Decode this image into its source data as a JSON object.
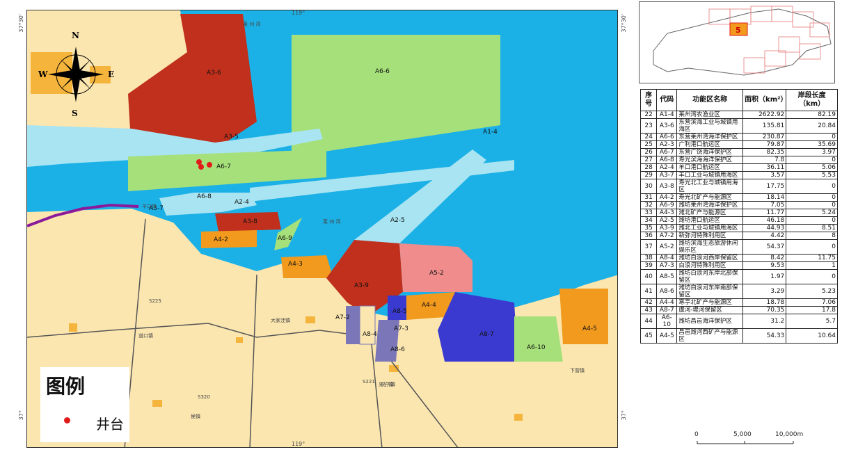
{
  "map": {
    "coord_top": "119°",
    "coord_bottom": "119°",
    "coord_left_top": "37°30'",
    "coord_right_top": "37°30'",
    "coord_left_bottom": "37°",
    "coord_right_bottom": "37°",
    "compass": {
      "n": "N",
      "s": "S",
      "e": "E",
      "w": "W"
    },
    "zone_labels": [
      "A3-6",
      "A6-6",
      "A3-5",
      "A1-4",
      "A6-7",
      "A6-8",
      "A2-4",
      "A3-7",
      "A3-8",
      "A4-2",
      "A6-9",
      "A2-5",
      "A4-3",
      "A3-9",
      "A5-2",
      "A7-2",
      "A8-4",
      "A8-5",
      "A7-3",
      "A8-6",
      "A4-4",
      "A8-7",
      "A6-10",
      "A4-5"
    ],
    "places": [
      "莱 州 湾",
      "莱 州 湾",
      "大家洼镇",
      "道口镇",
      "下营镇",
      "侯镇",
      "羊口镇",
      "夹子镇",
      "S320",
      "S221",
      "S225",
      "央子镇"
    ]
  },
  "legend": {
    "title": "图例",
    "well_label": "井台",
    "well_color": "#e21a1a"
  },
  "inset": {
    "highlight_label": "5"
  },
  "table": {
    "headers": [
      "序号",
      "代码",
      "功能区名称",
      "面积（km²）",
      "岸段长度（km）"
    ],
    "rows": [
      [
        "22",
        "A1-4",
        "莱州湾农渔业区",
        "2622.92",
        "82.19"
      ],
      [
        "23",
        "A3-6",
        "东营滨海工业与城镇用海区",
        "135.81",
        "20.84"
      ],
      [
        "24",
        "A6-6",
        "东营莱州湾海洋保护区",
        "230.87",
        "0"
      ],
      [
        "25",
        "A2-3",
        "广利港口航运区",
        "79.87",
        "35.69"
      ],
      [
        "26",
        "A6-7",
        "东营广饶海洋保护区",
        "82.35",
        "3.97"
      ],
      [
        "27",
        "A6-8",
        "寿光滨海海洋保护区",
        "7.8",
        "0"
      ],
      [
        "28",
        "A2-4",
        "羊口港口航运区",
        "36.11",
        "5.06"
      ],
      [
        "29",
        "A3-7",
        "羊口工业与城镇用海区",
        "3.57",
        "5.53"
      ],
      [
        "30",
        "A3-8",
        "寿光北工业与城镇用海区",
        "17.75",
        "0"
      ],
      [
        "31",
        "A4-2",
        "寿光北矿产与能源区",
        "18.14",
        "0"
      ],
      [
        "32",
        "A6-9",
        "潍坊莱州湾海洋保护区",
        "7.05",
        "0"
      ],
      [
        "33",
        "A4-3",
        "潍北矿产与能源区",
        "11.77",
        "5.24"
      ],
      [
        "34",
        "A2-5",
        "潍坊港口航运区",
        "46.18",
        "0"
      ],
      [
        "35",
        "A3-9",
        "潍北工业与城镇用海区",
        "44.93",
        "8.51"
      ],
      [
        "36",
        "A7-2",
        "新弥河特殊利用区",
        "4.42",
        "8"
      ],
      [
        "37",
        "A5-2",
        "潍坊滨海生态旅游休闲娱乐区",
        "54.37",
        "0"
      ],
      [
        "38",
        "A8-4",
        "潍坊白浪河西岸保留区",
        "8.42",
        "11.75"
      ],
      [
        "39",
        "A7-3",
        "白浪河特殊利用区",
        "9.53",
        "1"
      ],
      [
        "40",
        "A8-5",
        "潍坊白浪河东岸北部保留区",
        "1.97",
        "0"
      ],
      [
        "41",
        "A8-6",
        "潍坊白浪河东岸南部保留区",
        "3.29",
        "5.23"
      ],
      [
        "42",
        "A4-4",
        "寒亭北矿产与能源区",
        "18.78",
        "7.06"
      ],
      [
        "43",
        "A8-7",
        "虞河-堤河保留区",
        "70.35",
        "17.8"
      ],
      [
        "44",
        "A6-10",
        "潍坊昌邑海洋保护区",
        "31.2",
        "5.7"
      ],
      [
        "45",
        "A4-5",
        "昌邑潍河西矿产与能源区",
        "54.33",
        "10.64"
      ]
    ]
  },
  "scale": {
    "labels": [
      "0",
      "5,000",
      "10,000m"
    ]
  },
  "colors": {
    "sea": "#1cb1e6",
    "land": "#fbe6b0",
    "industry": "#c0301c",
    "protect": "#a6e07a",
    "port": "#a8e4f2",
    "energy": "#f29a1e",
    "tourism": "#f08c8c",
    "reserve": "#3a3ad0",
    "special": "#7a76b8"
  }
}
